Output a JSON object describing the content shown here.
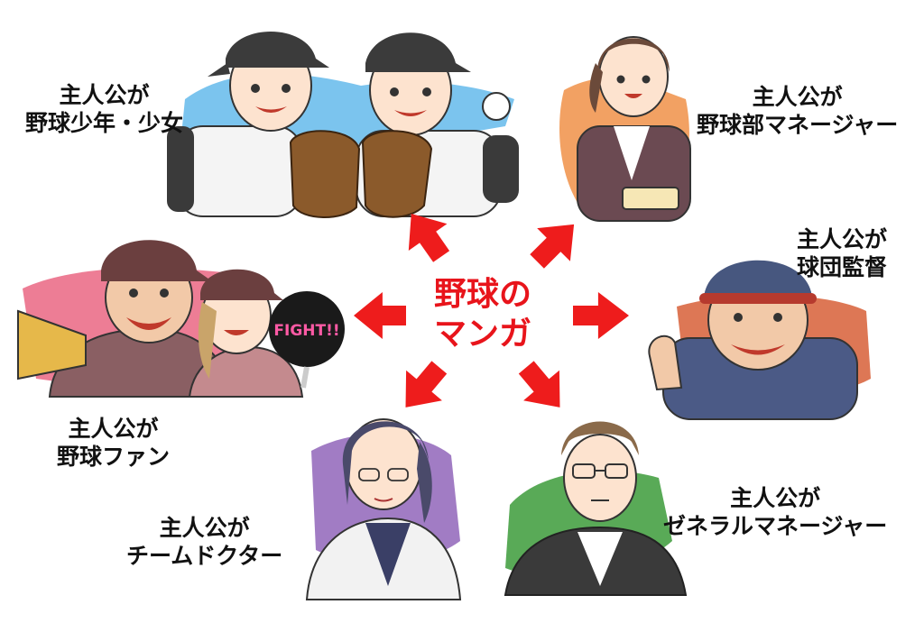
{
  "center": {
    "line1": "野球の",
    "line2": "マンガ"
  },
  "colors": {
    "arrow": "#ee1c1c",
    "title": "#e8141b"
  },
  "categories": [
    {
      "id": "player",
      "line1": "主人公が",
      "line2": "野球少年・少女",
      "figure": "boy-and-girl-baseball-players",
      "splash": "#4fb0e8"
    },
    {
      "id": "manager",
      "line1": "主人公が",
      "line2": "野球部マネージャー",
      "figure": "girl-team-manager",
      "splash": "#ef8a3c"
    },
    {
      "id": "coach",
      "line1": "主人公が",
      "line2": "球団監督",
      "figure": "team-director-thumbs-up",
      "splash": "#d4552a"
    },
    {
      "id": "gm",
      "line1": "主人公が",
      "line2": "ゼネラルマネージャー",
      "figure": "general-manager-with-glasses",
      "splash": "#3c9b3a"
    },
    {
      "id": "doctor",
      "line1": "主人公が",
      "line2": "チームドクター",
      "figure": "team-doctor-woman",
      "splash": "#8a5bb5"
    },
    {
      "id": "fan",
      "line1": "主人公が",
      "line2": "野球ファン",
      "figure": "baseball-fans-cheering",
      "splash": "#e85c7a",
      "fan_text": "FIGHT!!"
    }
  ]
}
